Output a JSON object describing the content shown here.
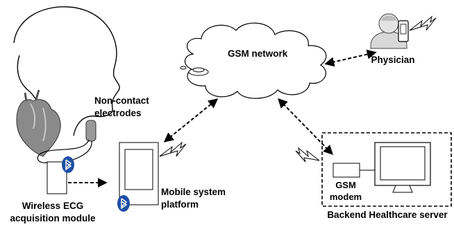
{
  "diagram": {
    "labels": {
      "gsm_network": "GSM network",
      "physician": "Physician",
      "non_contact_1": "Non-contact",
      "non_contact_2": "electrodes",
      "mobile_1": "Mobile system",
      "mobile_2": "platform",
      "wireless_1": "Wireless ECG",
      "wireless_2": "acquisition module",
      "gsm_modem_1": "GSM",
      "gsm_modem_2": "modem",
      "backend": "Backend Healthcare server"
    },
    "icons": [
      "head-silhouette-icon",
      "heart-icon",
      "electrode-icon",
      "bluetooth-icon",
      "phone-icon",
      "signal-lightning-icon",
      "cloud-icon",
      "physician-icon",
      "monitor-icon"
    ],
    "colors": {
      "line": "#000000",
      "bluetooth": "#1f4fa3",
      "heart": "#8a8a8a",
      "physician": "#d8d8d8"
    }
  }
}
